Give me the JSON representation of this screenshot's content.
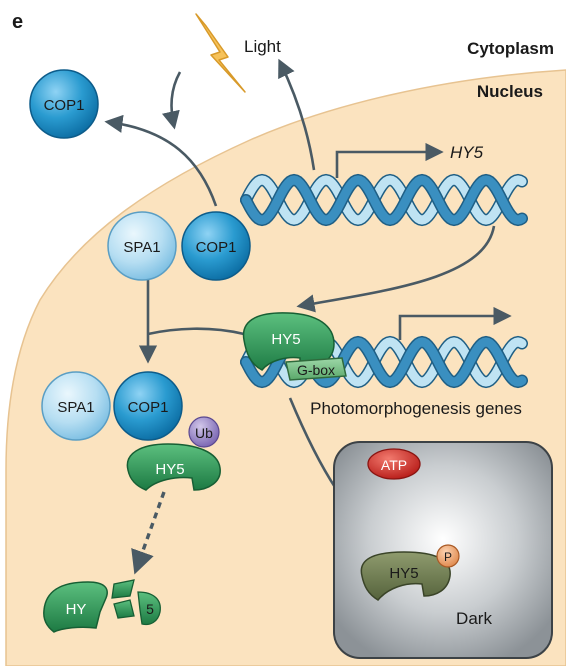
{
  "panel": {
    "letter": "e"
  },
  "regions": {
    "cytoplasm": "Cytoplasm",
    "nucleus": "Nucleus",
    "dark": "Dark"
  },
  "signals": {
    "light": "Light"
  },
  "genes": {
    "hy5_gene": "HY5",
    "photomorphogenesis": "Photomorphogenesis genes"
  },
  "proteins": {
    "cop1_free": "COP1",
    "spa1_complex": "SPA1",
    "cop1_complex": "COP1",
    "spa1_bottom": "SPA1",
    "cop1_bottom": "COP1",
    "ub": "Ub",
    "hy5_bound": "HY5",
    "gbox": "G-box",
    "hy5_ubiquitinated": "HY5",
    "hy5_fragment_a": "HY",
    "hy5_fragment_b": "5",
    "atp": "ATP",
    "hy5_phospho": "HY5",
    "phospho": "P"
  },
  "colors": {
    "nucleus_fill": "#fbe3bf",
    "dna_dark": "#3a8fc0",
    "dna_light": "#bfe3f3",
    "cop1": "#1d8cc4",
    "spa1": "#a8d6ee",
    "hy5_green": "#2f9a58",
    "hy5_dark": "#6f7f52",
    "atp": "#d9302a",
    "ub": "#9a86c8",
    "phospho": "#f0a672",
    "arrow": "#4a5a64"
  }
}
